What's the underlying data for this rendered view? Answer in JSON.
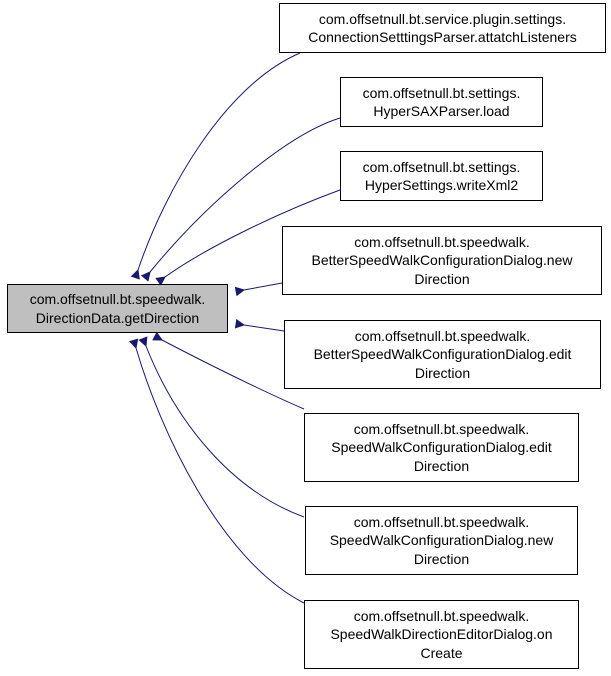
{
  "colors": {
    "edge": "#191970",
    "focus_fill": "#bfbfbf",
    "node_fill": "#ffffff",
    "node_border": "#000000"
  },
  "focus": {
    "lines": [
      "com.offsetnull.bt.speedwalk.",
      "DirectionData.getDirection"
    ]
  },
  "callers": [
    {
      "lines": [
        "com.offsetnull.bt.service.plugin.settings.",
        "ConnectionSetttingsParser.attatchListeners"
      ]
    },
    {
      "lines": [
        "com.offsetnull.bt.settings.",
        "HyperSAXParser.load"
      ]
    },
    {
      "lines": [
        "com.offsetnull.bt.settings.",
        "HyperSettings.writeXml2"
      ]
    },
    {
      "lines": [
        "com.offsetnull.bt.speedwalk.",
        "BetterSpeedWalkConfigurationDialog.new",
        "Direction"
      ]
    },
    {
      "lines": [
        "com.offsetnull.bt.speedwalk.",
        "BetterSpeedWalkConfigurationDialog.edit",
        "Direction"
      ]
    },
    {
      "lines": [
        "com.offsetnull.bt.speedwalk.",
        "SpeedWalkConfigurationDialog.edit",
        "Direction"
      ]
    },
    {
      "lines": [
        "com.offsetnull.bt.speedwalk.",
        "SpeedWalkConfigurationDialog.new",
        "Direction"
      ]
    },
    {
      "lines": [
        "com.offsetnull.bt.speedwalk.",
        "SpeedWalkDirectionEditorDialog.on",
        "Create"
      ]
    }
  ]
}
